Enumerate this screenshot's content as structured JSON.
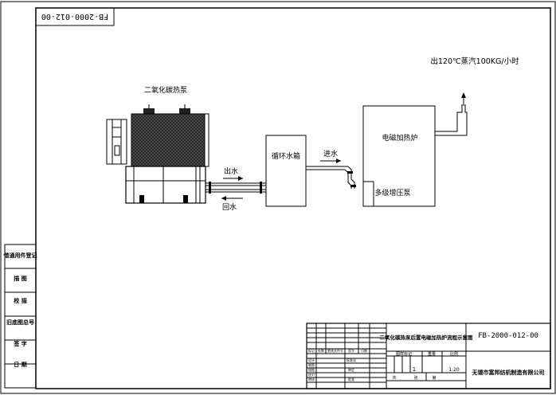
{
  "drawing_number": "FB-2000-012-00",
  "drawing_number_rotated": "FB-2000-012-00",
  "labels": {
    "heat_pump": "二氧化碳热泵",
    "output": "出120℃蒸汽100KG/小时",
    "water_out": "出水",
    "water_return": "回水",
    "water_in": "进水",
    "tank": "循环水箱",
    "heater": "电磁加热炉",
    "pump": "多级增压泵"
  },
  "side_stamp": [
    "借通用件登记",
    "描 图",
    "校 描",
    "旧底图总号",
    "签 字",
    "日 期"
  ],
  "title_block": {
    "drawing_title": "二氧化碳热泵后置电磁加热炉流程示意图",
    "drawing_number": "FB-2000-012-00",
    "stage_header": "图样标记",
    "weight_header": "重量",
    "scale_header": "比例",
    "quantity": "1",
    "scale": "1:20",
    "sheet_total": "共",
    "sheet_of": "张",
    "sheet_no": "第",
    "company": "无锡市富邦纺机制造有限公司",
    "change_headers": [
      "标记",
      "处数",
      "更改文件号",
      "签字",
      "日期"
    ],
    "roles": [
      "设计",
      "制图",
      "描图",
      "校对",
      "审核"
    ],
    "roles2": [
      "标准化",
      "审定",
      "批准"
    ]
  }
}
